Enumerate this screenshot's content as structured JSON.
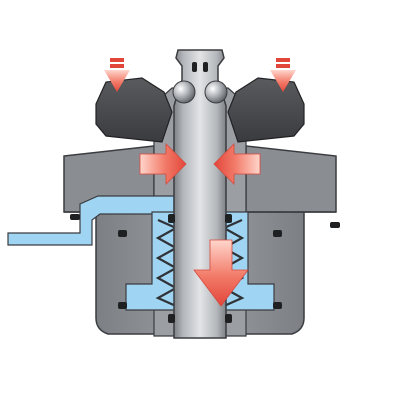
{
  "diagram": {
    "colors": {
      "background": "#ffffff",
      "housing": "#8a8d92",
      "housing_dark": "#6f7277",
      "clamp_ring": "#4a4b4e",
      "clamp_ring_dark": "#333336",
      "shaft_light": "#dcdee0",
      "shaft_mid": "#a9acb0",
      "shaft_dark": "#7d8085",
      "fluid": "#9fd4f2",
      "fluid_edge": "#5aa7d6",
      "spring": "#3c3f44",
      "seal": "#1f2022",
      "outline": "#3a3c40",
      "arrow": "#e8574a",
      "arrow_light": "#ffd8d0"
    },
    "arrows": [
      {
        "id": "clamp-press-left",
        "direction": "down"
      },
      {
        "id": "clamp-press-right",
        "direction": "down"
      },
      {
        "id": "radial-force-left",
        "direction": "right"
      },
      {
        "id": "radial-force-right",
        "direction": "left"
      },
      {
        "id": "axial-pull",
        "direction": "down"
      }
    ],
    "components": [
      "housing",
      "clamp-ring",
      "pull-stud",
      "steel-balls",
      "piston",
      "disc-springs",
      "fluid-line",
      "seals"
    ]
  }
}
